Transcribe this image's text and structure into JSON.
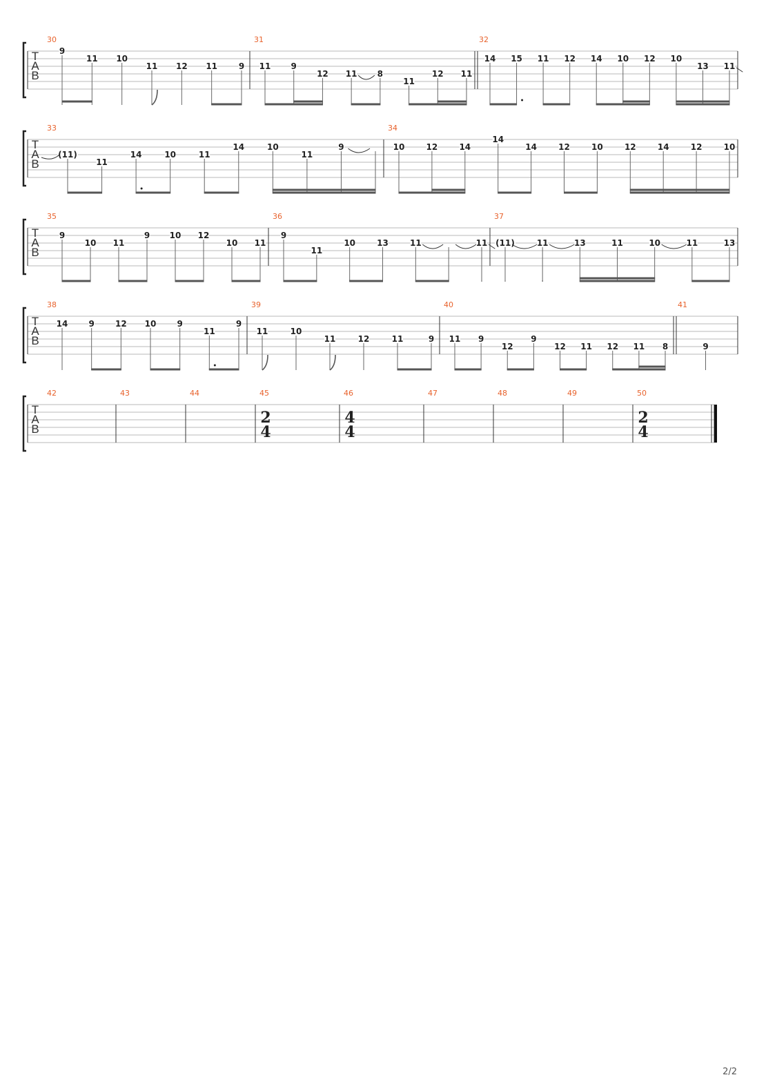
{
  "page_number": "2/2",
  "clef": [
    "T",
    "A",
    "B"
  ],
  "systems": [
    {
      "measures": [
        {
          "num": "30",
          "notes": [
            {
              "f": "9",
              "s": 1,
              "b": 2
            },
            {
              "f": "11",
              "s": 2,
              "b": 2
            },
            {
              "f": "10",
              "s": 2,
              "b": 0
            },
            {
              "f": "11",
              "s": 3,
              "b": 0,
              "flag": true
            },
            {
              "f": "12",
              "s": 3,
              "b": 0
            },
            {
              "f": "11",
              "s": 3,
              "b": 1
            },
            {
              "f": "9",
              "s": 3,
              "b": 1
            }
          ],
          "beams": [
            [
              0,
              1,
              2
            ],
            [
              5,
              6,
              1
            ]
          ]
        },
        {
          "num": "31",
          "notes": [
            {
              "f": "11",
              "s": 3,
              "b": 1
            },
            {
              "f": "9",
              "s": 3,
              "b": 1
            },
            {
              "f": "12",
              "s": 4,
              "b": 2
            },
            {
              "f": "11",
              "s": 4,
              "b": 0,
              "tie": true
            },
            {
              "f": "8",
              "s": 4,
              "b": 1
            },
            {
              "f": "11",
              "s": 5,
              "b": 1
            },
            {
              "f": "12",
              "s": 4,
              "b": 2
            },
            {
              "f": "11",
              "s": 4,
              "b": 2
            }
          ],
          "beams": [
            [
              0,
              2,
              1
            ],
            [
              1,
              2,
              2
            ],
            [
              3,
              4,
              1
            ],
            [
              5,
              7,
              1
            ],
            [
              6,
              7,
              2
            ]
          ]
        },
        {
          "num": "32",
          "double_bar": true,
          "notes": [
            {
              "f": "14",
              "s": 2,
              "b": 1
            },
            {
              "f": "15",
              "s": 2,
              "b": 1,
              "dot": true
            },
            {
              "f": "11",
              "s": 2,
              "b": 1
            },
            {
              "f": "12",
              "s": 2,
              "b": 1
            },
            {
              "f": "14",
              "s": 2,
              "b": 1
            },
            {
              "f": "10",
              "s": 2,
              "b": 1
            },
            {
              "f": "12",
              "s": 2,
              "b": 2
            },
            {
              "f": "10",
              "s": 2,
              "b": 2
            },
            {
              "f": "13",
              "s": 3,
              "b": 2
            },
            {
              "f": "11",
              "s": 3,
              "b": 2,
              "tie": true
            }
          ],
          "beams": [
            [
              0,
              1,
              1
            ],
            [
              2,
              3,
              1
            ],
            [
              4,
              6,
              1
            ],
            [
              5,
              6,
              2
            ],
            [
              7,
              9,
              1
            ],
            [
              7,
              9,
              2
            ]
          ]
        }
      ]
    },
    {
      "measures": [
        {
          "num": "33",
          "notes": [
            {
              "f": "(11)",
              "s": 3,
              "b": 1,
              "tie_in": true
            },
            {
              "f": "11",
              "s": 4,
              "b": 1
            },
            {
              "f": "14",
              "s": 3,
              "b": 1,
              "dot": true
            },
            {
              "f": "10",
              "s": 3,
              "b": 1
            },
            {
              "f": "11",
              "s": 3,
              "b": 1
            },
            {
              "f": "14",
              "s": 2,
              "b": 1
            },
            {
              "f": "10",
              "s": 2,
              "b": 2
            },
            {
              "f": "11",
              "s": 3,
              "b": 2
            },
            {
              "f": "9",
              "s": 2,
              "b": 2,
              "tie": true
            },
            {
              "f": "",
              "s": 2,
              "b": 2
            }
          ],
          "beams": [
            [
              0,
              1,
              1
            ],
            [
              2,
              3,
              1
            ],
            [
              4,
              5,
              1
            ],
            [
              6,
              9,
              1
            ],
            [
              6,
              9,
              2
            ]
          ]
        },
        {
          "num": "34",
          "notes": [
            {
              "f": "10",
              "s": 2,
              "b": 1
            },
            {
              "f": "12",
              "s": 2,
              "b": 2
            },
            {
              "f": "14",
              "s": 2,
              "b": 2
            },
            {
              "f": "14",
              "s": 1,
              "b": 1
            },
            {
              "f": "14",
              "s": 2,
              "b": 1
            },
            {
              "f": "12",
              "s": 2,
              "b": 1
            },
            {
              "f": "10",
              "s": 2,
              "b": 1
            },
            {
              "f": "12",
              "s": 2,
              "b": 2
            },
            {
              "f": "14",
              "s": 2,
              "b": 2
            },
            {
              "f": "12",
              "s": 2,
              "b": 2
            },
            {
              "f": "10",
              "s": 2,
              "b": 2
            }
          ],
          "beams": [
            [
              0,
              2,
              1
            ],
            [
              1,
              2,
              2
            ],
            [
              3,
              4,
              1
            ],
            [
              5,
              6,
              1
            ],
            [
              7,
              10,
              1
            ],
            [
              7,
              10,
              2
            ]
          ]
        }
      ]
    },
    {
      "measures": [
        {
          "num": "35",
          "notes": [
            {
              "f": "9",
              "s": 2,
              "b": 1
            },
            {
              "f": "10",
              "s": 3,
              "b": 1
            },
            {
              "f": "11",
              "s": 3,
              "b": 1
            },
            {
              "f": "9",
              "s": 2,
              "b": 1
            },
            {
              "f": "10",
              "s": 2,
              "b": 1
            },
            {
              "f": "12",
              "s": 2,
              "b": 1
            },
            {
              "f": "10",
              "s": 3,
              "b": 1
            },
            {
              "f": "11",
              "s": 3,
              "b": 1
            }
          ],
          "beams": [
            [
              0,
              1,
              1
            ],
            [
              2,
              3,
              1
            ],
            [
              4,
              5,
              1
            ],
            [
              6,
              7,
              1
            ]
          ]
        },
        {
          "num": "36",
          "notes": [
            {
              "f": "9",
              "s": 2,
              "b": 1
            },
            {
              "f": "11",
              "s": 4,
              "b": 1
            },
            {
              "f": "10",
              "s": 3,
              "b": 1
            },
            {
              "f": "13",
              "s": 3,
              "b": 1
            },
            {
              "f": "11",
              "s": 3,
              "b": 1,
              "tie": true
            },
            {
              "f": "",
              "s": 3,
              "b": 1,
              "tie": true
            },
            {
              "f": "11",
              "s": 3,
              "b": 1,
              "tie": true
            }
          ],
          "beams": [
            [
              0,
              1,
              1
            ],
            [
              2,
              3,
              1
            ],
            [
              4,
              5,
              1
            ],
            [
              6,
              6,
              1
            ]
          ]
        },
        {
          "num": "37",
          "notes": [
            {
              "f": "(11)",
              "s": 3,
              "b": 1,
              "tie": true
            },
            {
              "f": "11",
              "s": 3,
              "b": 1,
              "tie": true
            },
            {
              "f": "13",
              "s": 3,
              "b": 2
            },
            {
              "f": "11",
              "s": 3,
              "b": 2
            },
            {
              "f": "10",
              "s": 3,
              "b": 2,
              "tie": true
            },
            {
              "f": "11",
              "s": 3,
              "b": 1
            },
            {
              "f": "13",
              "s": 3,
              "b": 1
            }
          ],
          "beams": [
            [
              0,
              0,
              1
            ],
            [
              1,
              1,
              1
            ],
            [
              2,
              4,
              1
            ],
            [
              2,
              4,
              2
            ],
            [
              5,
              6,
              1
            ]
          ]
        }
      ]
    },
    {
      "measures": [
        {
          "num": "38",
          "notes": [
            {
              "f": "14",
              "s": 2,
              "b": 0
            },
            {
              "f": "9",
              "s": 2,
              "b": 1
            },
            {
              "f": "12",
              "s": 2,
              "b": 1
            },
            {
              "f": "10",
              "s": 2,
              "b": 1
            },
            {
              "f": "9",
              "s": 2,
              "b": 1
            },
            {
              "f": "11",
              "s": 3,
              "b": 1,
              "dot": true
            },
            {
              "f": "9",
              "s": 2,
              "b": 1
            }
          ],
          "beams": [
            [
              1,
              2,
              1
            ],
            [
              3,
              4,
              1
            ],
            [
              5,
              6,
              1
            ]
          ]
        },
        {
          "num": "39",
          "notes": [
            {
              "f": "11",
              "s": 3,
              "b": 0,
              "flag": true
            },
            {
              "f": "10",
              "s": 3,
              "b": 0
            },
            {
              "f": "11",
              "s": 4,
              "b": 0,
              "flag": true
            },
            {
              "f": "12",
              "s": 4,
              "b": 0
            },
            {
              "f": "11",
              "s": 4,
              "b": 1
            },
            {
              "f": "9",
              "s": 4,
              "b": 1
            }
          ],
          "beams": [
            [
              4,
              5,
              1
            ]
          ]
        },
        {
          "num": "40",
          "notes": [
            {
              "f": "11",
              "s": 4,
              "b": 1
            },
            {
              "f": "9",
              "s": 4,
              "b": 1
            },
            {
              "f": "12",
              "s": 5,
              "b": 1
            },
            {
              "f": "9",
              "s": 4,
              "b": 1
            },
            {
              "f": "12",
              "s": 5,
              "b": 1
            },
            {
              "f": "11",
              "s": 5,
              "b": 1
            },
            {
              "f": "12",
              "s": 5,
              "b": 1
            },
            {
              "f": "11",
              "s": 5,
              "b": 2
            },
            {
              "f": "8",
              "s": 5,
              "b": 2
            }
          ],
          "beams": [
            [
              0,
              1,
              1
            ],
            [
              2,
              3,
              1
            ],
            [
              4,
              5,
              1
            ],
            [
              6,
              8,
              1
            ],
            [
              7,
              8,
              2
            ]
          ]
        },
        {
          "num": "41",
          "double_bar": true,
          "notes": [
            {
              "f": "9",
              "s": 5,
              "b": 0
            }
          ],
          "beams": []
        }
      ]
    },
    {
      "measures": [
        {
          "num": "42",
          "notes": [],
          "beams": []
        },
        {
          "num": "43",
          "notes": [],
          "beams": []
        },
        {
          "num": "44",
          "notes": [],
          "beams": []
        },
        {
          "num": "45",
          "time": [
            "2",
            "4"
          ],
          "notes": [],
          "beams": []
        },
        {
          "num": "46",
          "time": [
            "4",
            "4"
          ],
          "notes": [],
          "beams": []
        },
        {
          "num": "47",
          "notes": [],
          "beams": []
        },
        {
          "num": "48",
          "notes": [],
          "beams": []
        },
        {
          "num": "49",
          "notes": [],
          "beams": []
        },
        {
          "num": "50",
          "time": [
            "2",
            "4"
          ],
          "final": true,
          "notes": [],
          "beams": []
        }
      ]
    }
  ],
  "colors": {
    "measure_number": "#e8622c",
    "staff_line": "#b8b8b8",
    "barline": "#333333",
    "fret": "#222222",
    "stem": "#666666"
  }
}
